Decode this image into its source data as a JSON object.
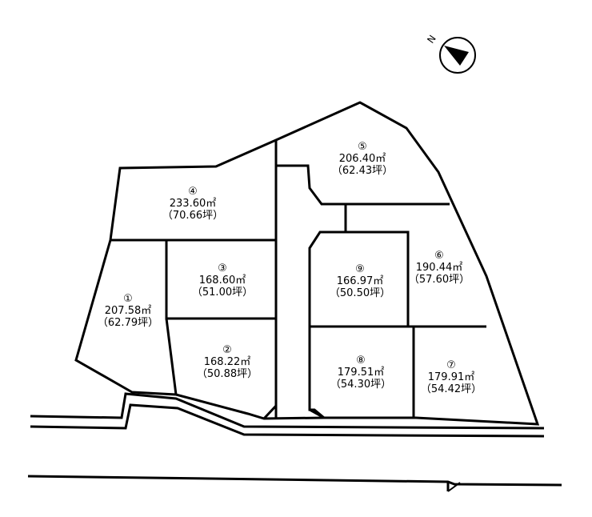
{
  "lots": [
    {
      "id": "lot-1",
      "number": "①",
      "area": "207.58㎡",
      "tsubo": "（62.79坪）"
    },
    {
      "id": "lot-2",
      "number": "②",
      "area": "168.22㎡",
      "tsubo": "（50.88坪）"
    },
    {
      "id": "lot-3",
      "number": "③",
      "area": "168.60㎡",
      "tsubo": "（51.00坪）"
    },
    {
      "id": "lot-4",
      "number": "④",
      "area": "233.60㎡",
      "tsubo": "（70.66坪）"
    },
    {
      "id": "lot-5",
      "number": "⑤",
      "area": "206.40㎡",
      "tsubo": "（62.43坪）"
    },
    {
      "id": "lot-6",
      "number": "⑥",
      "area": "190.44㎡",
      "tsubo": "（57.60坪）"
    },
    {
      "id": "lot-7",
      "number": "⑦",
      "area": "179.91㎡",
      "tsubo": "（54.42坪）"
    },
    {
      "id": "lot-8",
      "number": "⑧",
      "area": "179.51㎡",
      "tsubo": "（54.30坪）"
    },
    {
      "id": "lot-9",
      "number": "⑨",
      "area": "166.97㎡",
      "tsubo": "（50.50坪）"
    }
  ],
  "compass": {
    "label": "N",
    "icon": "compass-icon"
  },
  "colors": {
    "line": "#000000",
    "background": "#ffffff"
  }
}
